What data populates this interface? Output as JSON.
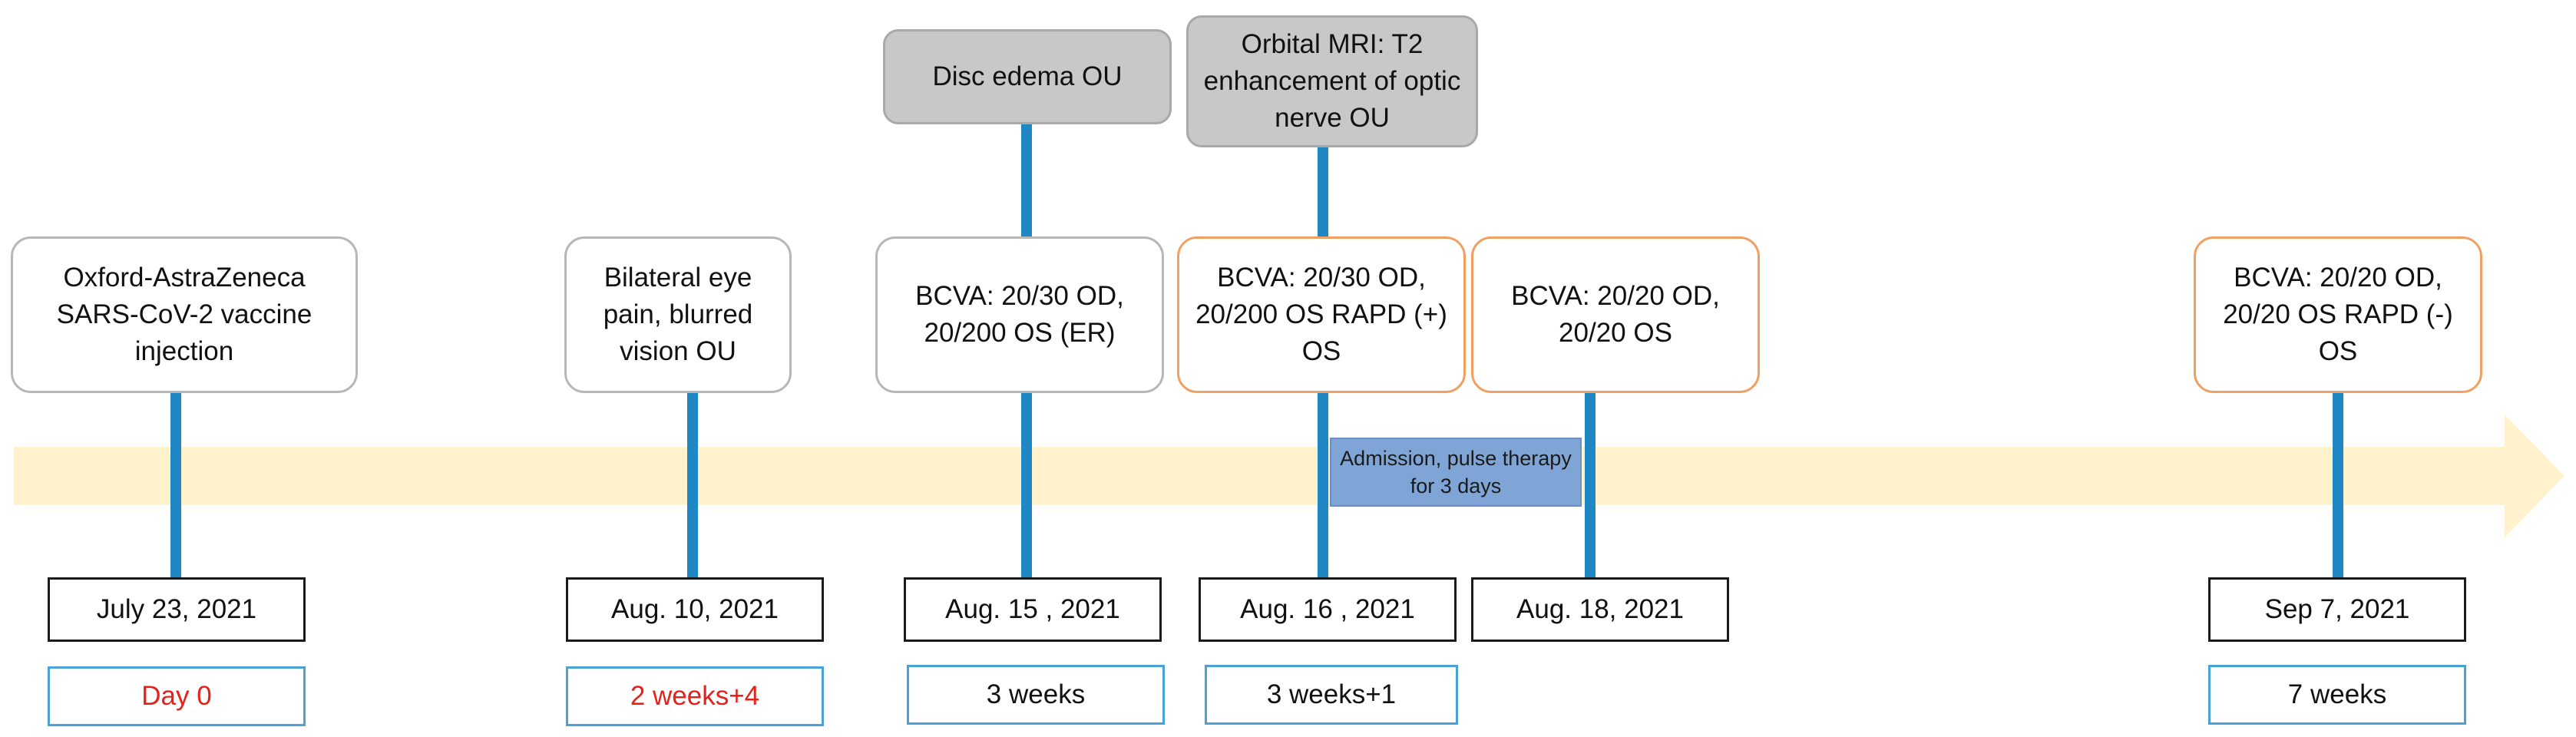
{
  "colors": {
    "timeline_arrow": "#fff2cc",
    "connector": "#1f88c4",
    "event_border": "#b7b7b7",
    "highlight_border": "#f1a064",
    "finding_fill": "#c8c8c8",
    "treatment_fill": "#7fa5d6",
    "elapsed_border": "#4aa3d8",
    "elapsed_red_text": "#e4221c"
  },
  "findings": {
    "disc_edema": "Disc edema OU",
    "mri": "Orbital MRI: T2 enhancement of optic nerve OU"
  },
  "treatment": "Admission, pulse therapy for 3 days",
  "events": [
    {
      "text": "Oxford-AstraZeneca SARS-CoV-2  vaccine injection",
      "date": "July 23, 2021",
      "elapsed": "Day 0"
    },
    {
      "text": "Bilateral eye pain, blurred vision OU",
      "date": "Aug. 10, 2021",
      "elapsed": "2 weeks+4"
    },
    {
      "text": "BCVA: 20/30 OD, 20/200 OS (ER)",
      "date": "Aug. 15 , 2021",
      "elapsed": "3 weeks"
    },
    {
      "text": "BCVA: 20/30 OD, 20/200 OS RAPD (+) OS",
      "date": "Aug. 16 , 2021",
      "elapsed": "3 weeks+1"
    },
    {
      "text": "BCVA: 20/20 OD, 20/20 OS",
      "date": "Aug. 18, 2021",
      "elapsed": ""
    },
    {
      "text": "BCVA: 20/20 OD, 20/20 OS RAPD (-) OS",
      "date": "Sep 7, 2021",
      "elapsed": "7 weeks"
    }
  ]
}
